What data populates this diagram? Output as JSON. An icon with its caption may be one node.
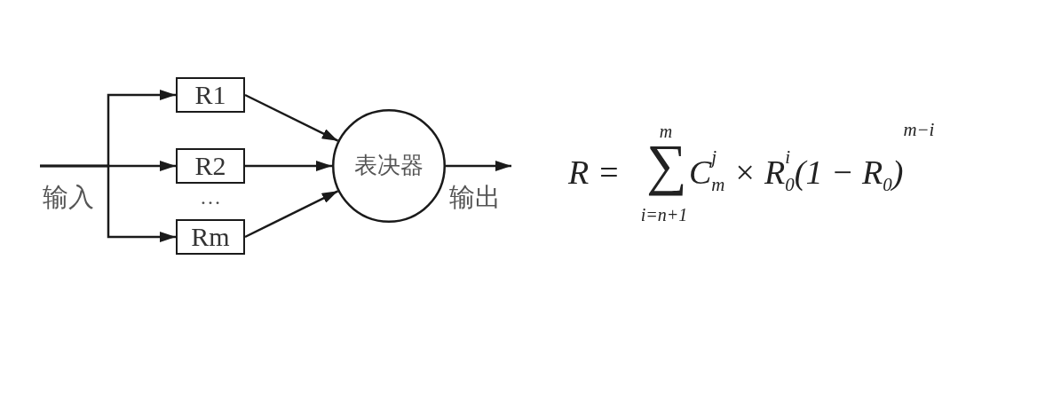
{
  "diagram": {
    "nodes": [
      {
        "text": [
          "R1"
        ]
      },
      {
        "text": [
          "R2"
        ]
      },
      {
        "text": [
          "Rm"
        ]
      },
      {
        "text": [
          "表决器"
        ]
      }
    ],
    "edges": [
      {
        "from": null,
        "to": 0,
        "arrow": "to"
      },
      {
        "from": null,
        "to": 1,
        "arrow": "to"
      },
      {
        "from": null,
        "to": 2,
        "arrow": "to"
      },
      {
        "from": 0,
        "to": 3,
        "arrow": "to"
      },
      {
        "from": 1,
        "to": 3,
        "arrow": "to"
      },
      {
        "from": 2,
        "to": 3,
        "arrow": "to"
      },
      {
        "from": 3,
        "to": null,
        "arrow": "to"
      }
    ],
    "labels": [
      "输入",
      "…",
      "输出",
      "R =",
      "m",
      "∑",
      "i=n+1",
      "C$^{j}$$_{m}$ × R$^{i}$$_{0}$(1 − R$_{0}$)$^{m−i}$"
    ]
  }
}
